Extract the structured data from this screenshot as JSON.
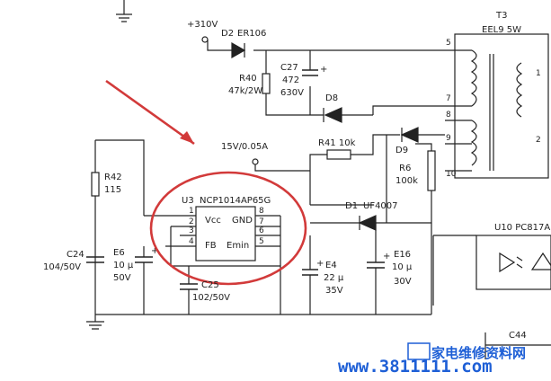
{
  "labels": {
    "v310": "+310V",
    "d2": "D2",
    "er106": "ER106",
    "t3": "T3",
    "eel9": "EEL9 5W",
    "p5": "5",
    "p7": "7",
    "p8": "8",
    "p9": "9",
    "p10": "10",
    "p1": "1",
    "p2": "2",
    "r40": "R40",
    "r40v": "47k/2W",
    "c27": "C27",
    "c27v": "472",
    "c27r": "630V",
    "d8": "D8",
    "v15": "15V/0.05A",
    "r41": "R41 10k",
    "d9": "D9",
    "r6": "R6",
    "r6v": "100k",
    "r42": "R42",
    "r42v": "115",
    "u3": "U3",
    "ncp": "NCP1014AP65G",
    "vcc": "Vcc",
    "gnd": "GND",
    "fb": "FB",
    "emin": "Emin",
    "ip1": "1",
    "ip2": "2",
    "ip3": "3",
    "ip4": "4",
    "ip8": "8",
    "ip7": "7",
    "ip6": "6",
    "ip5": "5",
    "d1": "D1",
    "uf": "UF4007",
    "u10": "U10 PC817A",
    "c24": "C24",
    "c24v": "104/50V",
    "e6": "E6",
    "e6v": "10 μ",
    "e6r": "50V",
    "e4": "E4",
    "e4v": "22 μ",
    "e4r": "35V",
    "e16": "E16",
    "e16v": "10 μ",
    "e16r": "30V",
    "c25": "C25",
    "c25v": "102/50V",
    "c44": "C44",
    "wm_url": "www.3811111.com",
    "wm_cn": "家电维修资料网"
  },
  "colors": {
    "ink": "#222222",
    "annotation": "#d23a3a",
    "watermark": "#1e5fd6"
  }
}
